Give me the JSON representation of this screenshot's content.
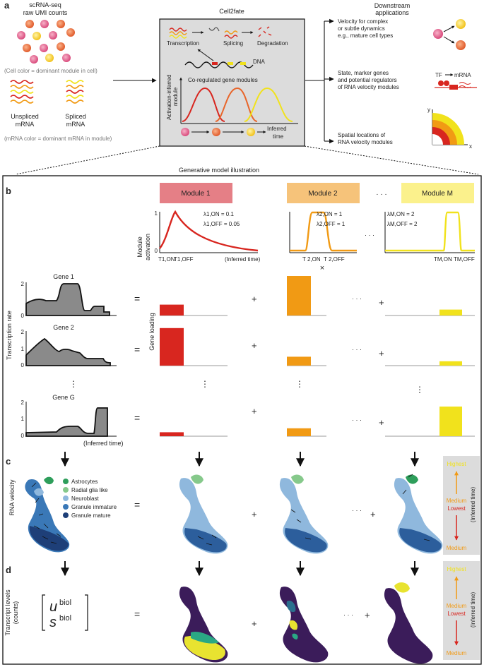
{
  "panel_a": {
    "letter": "a",
    "left_title_1": "scRNA-seq",
    "left_title_2": "raw UMI counts",
    "cell_color_note": "(Cell color = dominant module in cell)",
    "unspliced_1": "Unspliced",
    "unspliced_2": "mRNA",
    "spliced_1": "Spliced",
    "spliced_2": "mRNA",
    "mrna_color_note": "(mRNA color = dominant mRNA in module)",
    "center_title": "Cell2fate",
    "transcription": "Transcription",
    "splicing": "Splicing",
    "degradation": "Degradation",
    "dna": "DNA",
    "coreg": "Co-regulated gene modules",
    "y_axis_1": "Activation-inferred",
    "y_axis_2": "module",
    "inferred_1": "Inferred",
    "inferred_2": "time",
    "downstream_1": "Downstream",
    "downstream_2": "applications",
    "app1_1": "Velocity for complex",
    "app1_2": "or subtle dynamics",
    "app1_3": "e.g., mature cell types",
    "app2_1": "State, marker genes",
    "app2_2": "and potential regulators",
    "app2_3": "of RNA velocity modules",
    "tf_label": "TF",
    "mrna_label": "mRNA",
    "app3_1": "Spatial locations of",
    "app3_2": "RNA velocity modules",
    "axis_y": "y",
    "axis_x": "x"
  },
  "generative_title": "Generative model illustration",
  "panel_b": {
    "letter": "b",
    "modules": [
      {
        "label": "Module 1",
        "color": "#e57f86"
      },
      {
        "label": "Module 2",
        "color": "#f6c37a"
      },
      {
        "label": "Module M",
        "color": "#fbf18c"
      }
    ],
    "dots": "· · ·",
    "module_activation_1": "Module",
    "module_activation_2": "activation",
    "m1_params": [
      "λ1,ON = 0.1",
      "λ1,OFF = 0.05"
    ],
    "m2_params": [
      "λ2,ON = 1",
      "λ2,OFF = 1"
    ],
    "mM_params": [
      "λM,ON = 2",
      "λM,OFF = 2"
    ],
    "m1_ticks": [
      "T1,ON",
      "T1,OFF"
    ],
    "m2_ticks": [
      "T 2,ON",
      "T 2,OFF"
    ],
    "mM_ticks": [
      "TM,ON",
      "TM,OFF"
    ],
    "inferred_time": "(Inferred time)",
    "tick_1": "1",
    "tick_0": "0",
    "times": "×",
    "genes": [
      {
        "label": "Gene 1",
        "loadings": [
          0.55,
          2.0,
          0.3
        ]
      },
      {
        "label": "Gene 2",
        "loadings": [
          1.9,
          0.45,
          0.22
        ]
      },
      {
        "label": "Gene G",
        "loadings": [
          0.2,
          0.4,
          1.5
        ]
      }
    ],
    "gene_tick_2": "2",
    "gene_tick_1": "1",
    "gene_tick_0": "0",
    "transcription_rate": "Transcription rate",
    "gene_loading": "Gene loading",
    "equals": "=",
    "plus": "+",
    "ellipsis": "· · ·",
    "vdots": "⋮",
    "inferred_time_bottom": "(Inferred time)"
  },
  "panel_c": {
    "letter": "c",
    "y_label": "RNA velocity",
    "legend": [
      {
        "label": "Astrocytes",
        "color": "#2e9e5b"
      },
      {
        "label": "Radial glia like",
        "color": "#86c98b"
      },
      {
        "label": "Neuroblast",
        "color": "#8fb8dd"
      },
      {
        "label": "Granule immature",
        "color": "#3a78b7"
      },
      {
        "label": "Granule mature",
        "color": "#1e3f78"
      }
    ],
    "equals": "=",
    "plus": "+",
    "ellipsis": "· · ·",
    "scale_top": "Highest",
    "scale_mid": "Medium",
    "scale_low": "Lowest",
    "scale_bottom": "Medium",
    "scale_axis": "(Inferred time)"
  },
  "panel_d": {
    "letter": "d",
    "y_label_1": "Transcript levels",
    "y_label_2": "(counts)",
    "u_label": "u",
    "s_label": "s",
    "sup": "biol",
    "equals": "=",
    "plus": "+",
    "ellipsis": "· · ·",
    "scale_top": "Highest",
    "scale_mid": "Medium",
    "scale_low": "Lowest",
    "scale_bottom": "Medium",
    "scale_axis": "(Inferred time)"
  },
  "colors": {
    "red": "#d8261f",
    "orange": "#f19a14",
    "yellow": "#f1e21c",
    "grey_fill": "#8a8a8a",
    "panel_bg": "#dcdcdc"
  }
}
